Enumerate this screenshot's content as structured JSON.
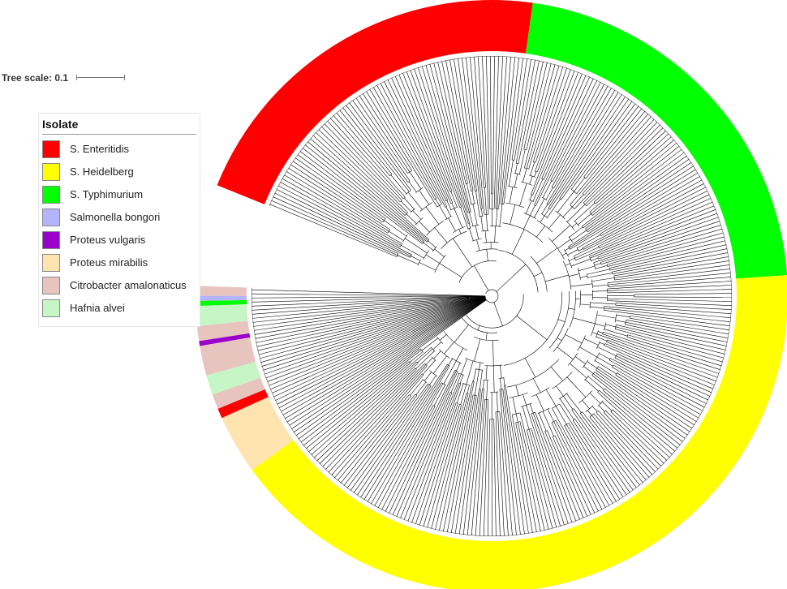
{
  "tree_scale": {
    "label": "Tree scale: 0.1",
    "value": 0.1
  },
  "legend": {
    "title": "Isolate",
    "items": [
      {
        "label": "S. Enteritidis",
        "color": "#ff0000"
      },
      {
        "label": "S. Heidelberg",
        "color": "#ffff00"
      },
      {
        "label": "S. Typhimurium",
        "color": "#00ff00"
      },
      {
        "label": "Salmonella bongori",
        "color": "#b3b3ff"
      },
      {
        "label": "Proteus vulgaris",
        "color": "#9900cc"
      },
      {
        "label": "Proteus mirabilis",
        "color": "#ffe4b0"
      },
      {
        "label": "Citrobacter amalonaticus",
        "color": "#e8c4be"
      },
      {
        "label": "Hafnia alvei",
        "color": "#c6f5c6"
      }
    ]
  },
  "tree": {
    "branch_color": "#000000",
    "ring_segments": [
      {
        "group": "S. Enteritidis",
        "color": "#ff0000",
        "tips": 78
      },
      {
        "group": "S. Typhimurium",
        "color": "#00ff00",
        "tips": 80
      },
      {
        "group": "S. Heidelberg",
        "color": "#ffff00",
        "tips": 152
      },
      {
        "group": "Proteus mirabilis",
        "color": "#ffe4b0",
        "tips": 12
      },
      {
        "group": "S. Enteritidis",
        "color": "#ff0000",
        "tips": 2
      },
      {
        "group": "Citrobacter amalonaticus",
        "color": "#e8c4be",
        "tips": 3
      },
      {
        "group": "Hafnia alvei",
        "color": "#c6f5c6",
        "tips": 4
      },
      {
        "group": "Citrobacter amalonaticus",
        "color": "#e8c4be",
        "tips": 6
      },
      {
        "group": "Proteus vulgaris",
        "color": "#9900cc",
        "tips": 1
      },
      {
        "group": "Citrobacter amalonaticus",
        "color": "#e8c4be",
        "tips": 3
      },
      {
        "group": "Hafnia alvei",
        "color": "#c6f5c6",
        "tips": 4
      },
      {
        "group": "S. Typhimurium",
        "color": "#00ff00",
        "tips": 1
      },
      {
        "group": "Salmonella bongori",
        "color": "#b3b3ff",
        "tips": 1
      },
      {
        "group": "Citrobacter amalonaticus",
        "color": "#e8c4be",
        "tips": 2
      }
    ]
  }
}
